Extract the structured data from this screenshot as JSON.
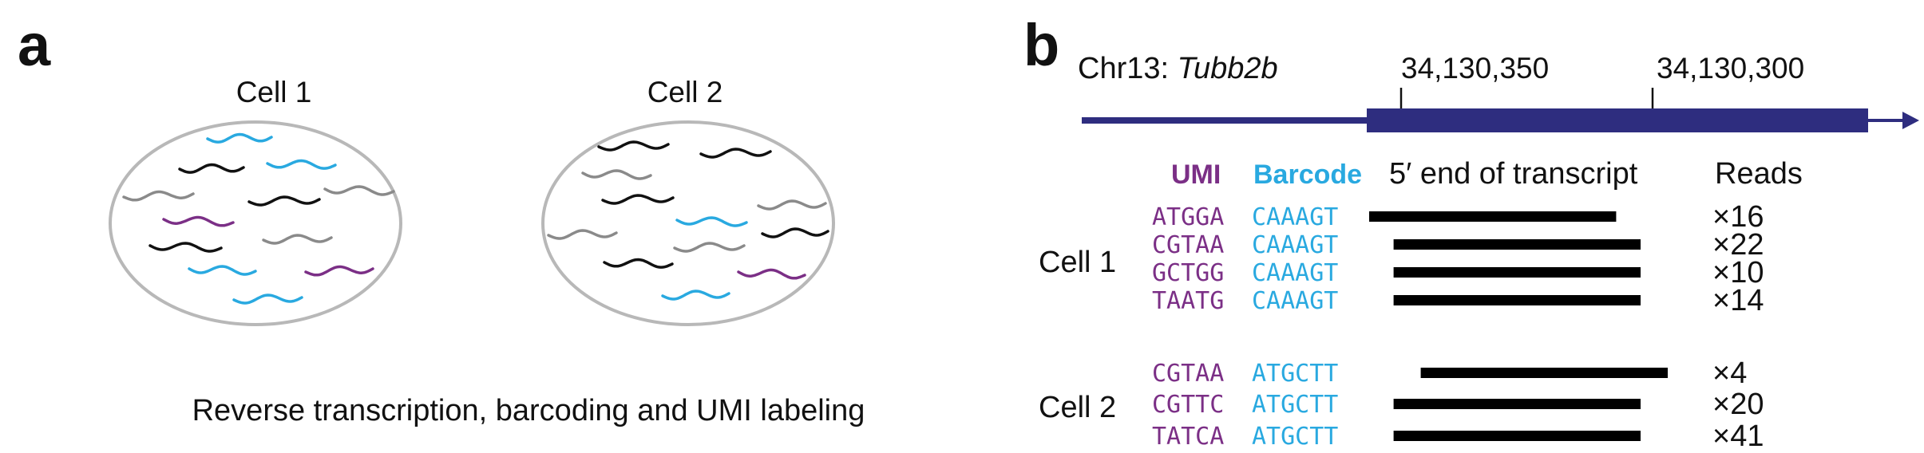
{
  "panel_a": {
    "label": "a",
    "cells": [
      {
        "name": "Cell 1",
        "molecules": [
          {
            "type": "blue",
            "pts": [
              [
                260,
                174
              ],
              [
                340,
                172
              ]
            ]
          },
          {
            "type": "blue",
            "pts": [
              [
                335,
                205
              ],
              [
                420,
                207
              ]
            ]
          },
          {
            "type": "black",
            "pts": [
              [
                225,
                212
              ],
              [
                305,
                210
              ]
            ]
          },
          {
            "type": "gray",
            "pts": [
              [
                155,
                247
              ],
              [
                242,
                243
              ]
            ]
          },
          {
            "type": "gray",
            "pts": [
              [
                407,
                237
              ],
              [
                493,
                240
              ]
            ]
          },
          {
            "type": "black",
            "pts": [
              [
                312,
                253
              ],
              [
                400,
                250
              ]
            ]
          },
          {
            "type": "purple",
            "pts": [
              [
                205,
                275
              ],
              [
                292,
                279
              ]
            ]
          },
          {
            "type": "gray",
            "pts": [
              [
                330,
                301
              ],
              [
                415,
                298
              ]
            ]
          },
          {
            "type": "black",
            "pts": [
              [
                188,
                308
              ],
              [
                277,
                311
              ]
            ]
          },
          {
            "type": "blue",
            "pts": [
              [
                237,
                337
              ],
              [
                320,
                340
              ]
            ]
          },
          {
            "type": "purple",
            "pts": [
              [
                383,
                341
              ],
              [
                467,
                337
              ]
            ]
          },
          {
            "type": "blue",
            "pts": [
              [
                293,
                376
              ],
              [
                378,
                373
              ]
            ]
          }
        ]
      },
      {
        "name": "Cell 2",
        "molecules": [
          {
            "type": "black",
            "pts": [
              [
                750,
                184
              ],
              [
                837,
                181
              ]
            ]
          },
          {
            "type": "black",
            "pts": [
              [
                878,
                193
              ],
              [
                965,
                190
              ]
            ]
          },
          {
            "type": "gray",
            "pts": [
              [
                730,
                217
              ],
              [
                815,
                220
              ]
            ]
          },
          {
            "type": "black",
            "pts": [
              [
                755,
                251
              ],
              [
                843,
                248
              ]
            ]
          },
          {
            "type": "gray",
            "pts": [
              [
                950,
                258
              ],
              [
                1034,
                255
              ]
            ]
          },
          {
            "type": "blue",
            "pts": [
              [
                848,
                276
              ],
              [
                935,
                279
              ]
            ]
          },
          {
            "type": "gray",
            "pts": [
              [
                687,
                295
              ],
              [
                772,
                292
              ]
            ]
          },
          {
            "type": "black",
            "pts": [
              [
                955,
                293
              ],
              [
                1037,
                290
              ]
            ]
          },
          {
            "type": "gray",
            "pts": [
              [
                845,
                311
              ],
              [
                932,
                308
              ]
            ]
          },
          {
            "type": "black",
            "pts": [
              [
                757,
                329
              ],
              [
                842,
                331
              ]
            ]
          },
          {
            "type": "purple",
            "pts": [
              [
                925,
                341
              ],
              [
                1008,
                345
              ]
            ]
          },
          {
            "type": "blue",
            "pts": [
              [
                830,
                371
              ],
              [
                913,
                368
              ]
            ]
          }
        ]
      }
    ],
    "caption": "Reverse transcription, barcoding and UMI labeling"
  },
  "panel_b": {
    "label": "b",
    "locus": {
      "chrom": "Chr13: ",
      "gene": "Tubb2b"
    },
    "ticks": [
      "34,130,350",
      "34,130,300"
    ],
    "headers": {
      "umi": "UMI",
      "barcode": "Barcode",
      "end": "5′ end of transcript",
      "reads": "Reads"
    },
    "groups": [
      {
        "name": "Cell 1",
        "rows": [
          {
            "umi": "ATGGA",
            "barcode": "CAAAGT",
            "start": 0.0,
            "end": 0.91,
            "reads": "×16"
          },
          {
            "umi": "CGTAA",
            "barcode": "CAAAGT",
            "start": 0.09,
            "end": 1.0,
            "reads": "×22"
          },
          {
            "umi": "GCTGG",
            "barcode": "CAAAGT",
            "start": 0.09,
            "end": 1.0,
            "reads": "×10"
          },
          {
            "umi": "TAATG",
            "barcode": "CAAAGT",
            "start": 0.09,
            "end": 1.0,
            "reads": "×14"
          }
        ]
      },
      {
        "name": "Cell 2",
        "rows": [
          {
            "umi": "CGTAA",
            "barcode": "ATGCTT",
            "start": 0.19,
            "end": 1.1,
            "reads": "×4"
          },
          {
            "umi": "CGTTC",
            "barcode": "ATGCTT",
            "start": 0.09,
            "end": 1.0,
            "reads": "×20"
          },
          {
            "umi": "TATCA",
            "barcode": "ATGCTT",
            "start": 0.09,
            "end": 1.0,
            "reads": "×41"
          }
        ]
      }
    ]
  },
  "colors": {
    "purple": "#7b2f86",
    "blue": "#29a9e0",
    "black": "#111111",
    "gray": "#8a8a8a",
    "navy": "#2e2d7f",
    "outline": "#b8b8b8",
    "text": "#111111",
    "bar": "#000000"
  }
}
